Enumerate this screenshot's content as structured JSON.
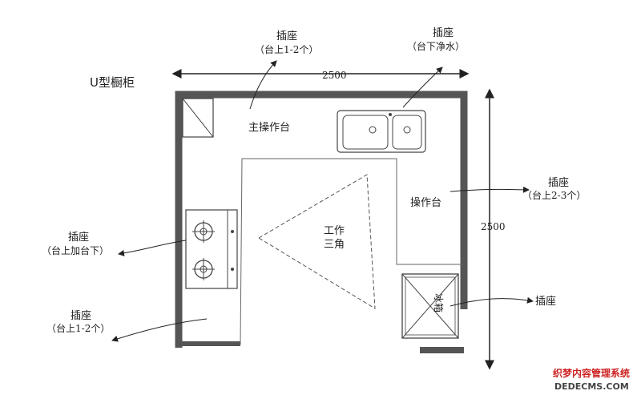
{
  "title": "U型橱柜",
  "dimensions": {
    "width": "2500",
    "height": "2500"
  },
  "zones": {
    "main_counter": "主操作台",
    "side_counter": "操作台",
    "work_triangle_line1": "工作",
    "work_triangle_line2": "三角",
    "fridge": "冰箱"
  },
  "annotations": {
    "top_outlet": {
      "title": "插座",
      "detail": "（台上1-2个）"
    },
    "sink_outlet": {
      "title": "插座",
      "detail": "（台下净水）"
    },
    "right_outlet": {
      "title": "插座",
      "detail": "（台上2-3个）"
    },
    "left_outlet": {
      "title": "插座",
      "detail": "（台上加台下）"
    },
    "bottom_outlet": {
      "title": "插座",
      "detail": "（台上1-2个）"
    },
    "fridge_outlet": {
      "title": "插座"
    }
  },
  "watermark": {
    "line1": "织梦内容管理系统",
    "line2": "DEDECMS.COM"
  },
  "colors": {
    "wall": "#555555",
    "line": "#444444",
    "text": "#222222",
    "watermark": "#cc2222"
  }
}
